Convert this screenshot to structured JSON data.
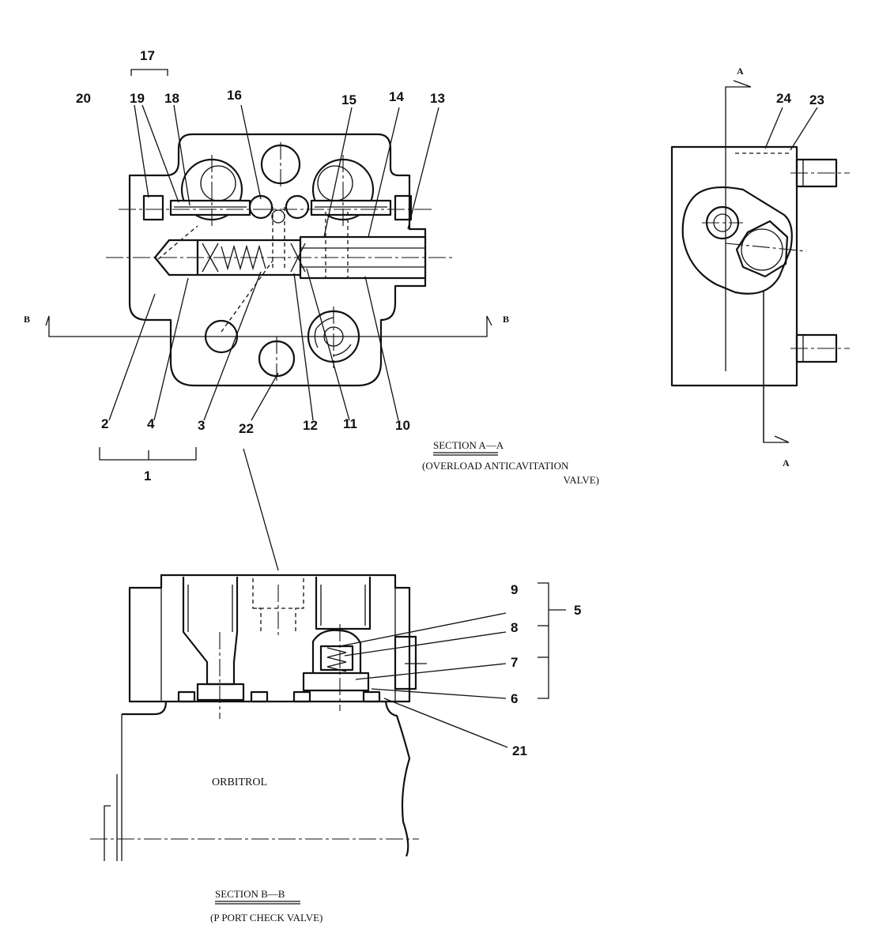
{
  "callouts": {
    "n1": "1",
    "n2": "2",
    "n3": "3",
    "n4": "4",
    "n5": "5",
    "n6": "6",
    "n7": "7",
    "n8": "8",
    "n9": "9",
    "n10": "10",
    "n11": "11",
    "n12": "12",
    "n13": "13",
    "n14": "14",
    "n15": "15",
    "n16": "16",
    "n17": "17",
    "n18": "18",
    "n19": "19",
    "n20": "20",
    "n21": "21",
    "n22": "22",
    "n23": "23",
    "n24": "24"
  },
  "section_marks": {
    "a": "A",
    "b": "B"
  },
  "section_a": {
    "title": "SECTION A—A",
    "subtitle_line1": "(OVERLOAD ANTICAVITATION",
    "subtitle_line2": "VALVE)"
  },
  "section_b": {
    "title": "SECTION B—B",
    "subtitle": "(P PORT CHECK VALVE)"
  },
  "labels": {
    "orbitrol": "ORBITROL"
  }
}
